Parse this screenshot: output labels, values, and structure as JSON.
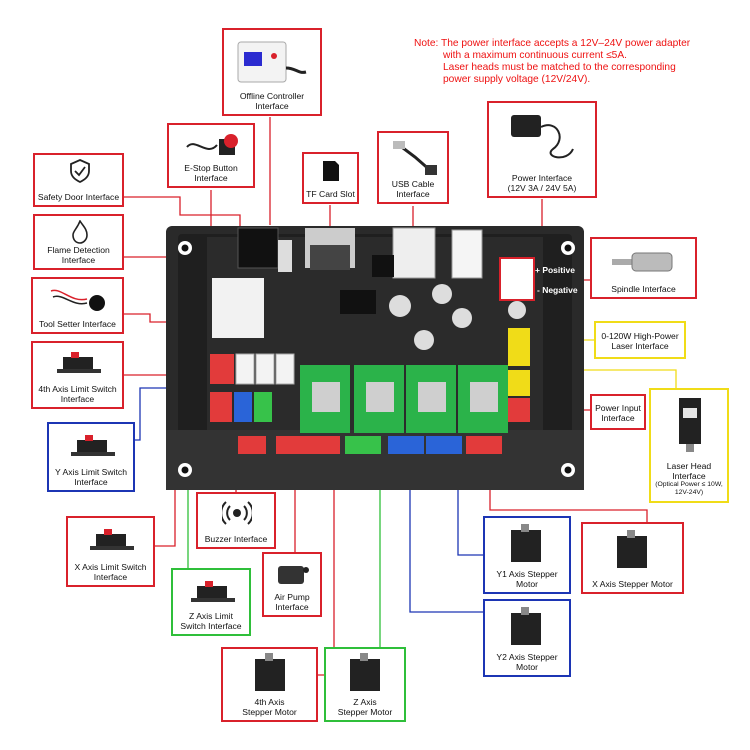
{
  "note": {
    "line1": "Note: The power interface accepts a 12V–24V power adapter",
    "line2": "with a maximum continuous current ≤5A.",
    "line3": "Laser heads must be matched to the corresponding",
    "line4": "power supply voltage (12V/24V)."
  },
  "polarity": {
    "positive": "+ Positive",
    "negative": "- Negative"
  },
  "labels": {
    "offline": "Offline Controller\nInterface",
    "estop": "E-Stop Button\nInterface",
    "tfcard": "TF Card Slot",
    "usb": "USB Cable\nInterface",
    "power": "Power Interface\n(12V 3A / 24V 5A)",
    "safety": "Safety Door Interface",
    "flame": "Flame Detection\nInterface",
    "toolsetter": "Tool Setter Interface",
    "axis4limit": "4th Axis Limit Switch\nInterface",
    "ylimit": "Y Axis Limit Switch\nInterface",
    "xlimit": "X Axis Limit Switch\nInterface",
    "zlimit": "Z Axis Limit\nSwitch Interface",
    "buzzer": "Buzzer Interface",
    "airpump": "Air Pump\nInterface",
    "axis4motor": "4th Axis\nStepper Motor",
    "zmotor": "Z Axis\nStepper Motor",
    "y1motor": "Y1 Axis Stepper\nMotor",
    "y2motor": "Y2 Axis Stepper\nMotor",
    "xmotor": "X Axis Stepper Motor",
    "spindle": "Spindle Interface",
    "laserpower": "0-120W High-Power\nLaser Interface",
    "powerinput": "Power Input\nInterface",
    "laserhead": "Laser Head\nInterface",
    "laserhead_sub": "(Optical Power ≤ 10W,\n12V-24V)"
  },
  "colors": {
    "red": "#d9212b",
    "blue": "#1c35b4",
    "green": "#2fbf3a",
    "yellow": "#f0dc18",
    "board": "#262626",
    "driver": "#2bb34a"
  }
}
